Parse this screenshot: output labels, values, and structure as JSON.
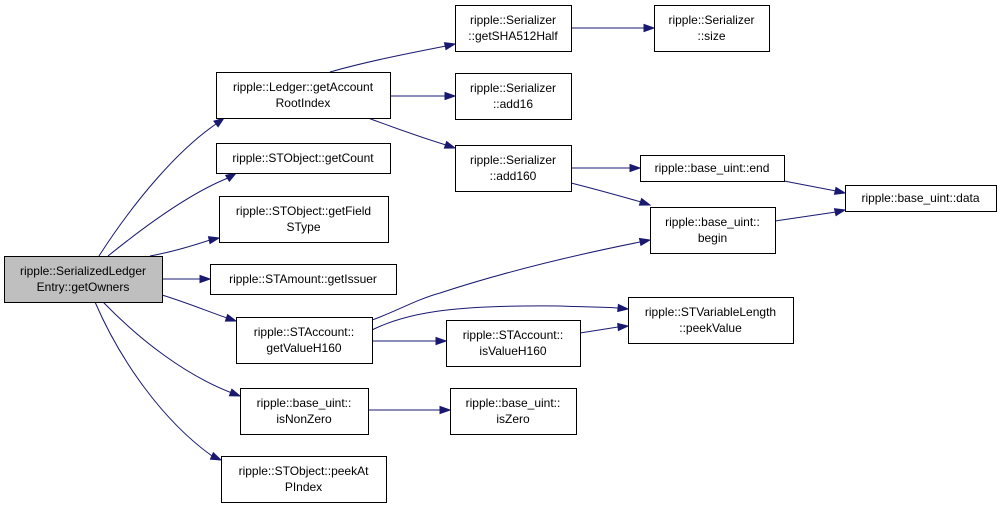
{
  "nodes": [
    {
      "id": "root",
      "lines": [
        "ripple::SerializedLedger",
        "Entry::getOwners"
      ],
      "root": true
    },
    {
      "id": "getAccountRootIndex",
      "lines": [
        "ripple::Ledger::getAccount",
        "RootIndex"
      ]
    },
    {
      "id": "getCount",
      "lines": [
        "ripple::STObject::getCount"
      ]
    },
    {
      "id": "getFieldSType",
      "lines": [
        "ripple::STObject::getField",
        "SType"
      ]
    },
    {
      "id": "getIssuer",
      "lines": [
        "ripple::STAmount::getIssuer"
      ]
    },
    {
      "id": "getValueH160",
      "lines": [
        "ripple::STAccount::",
        "getValueH160"
      ]
    },
    {
      "id": "isNonZero",
      "lines": [
        "ripple::base_uint::",
        "isNonZero"
      ]
    },
    {
      "id": "peekAtPIndex",
      "lines": [
        "ripple::STObject::peekAt",
        "PIndex"
      ]
    },
    {
      "id": "getSHA512Half",
      "lines": [
        "ripple::Serializer",
        "::getSHA512Half"
      ]
    },
    {
      "id": "add16",
      "lines": [
        "ripple::Serializer",
        "::add16"
      ]
    },
    {
      "id": "add160",
      "lines": [
        "ripple::Serializer",
        "::add160"
      ]
    },
    {
      "id": "size",
      "lines": [
        "ripple::Serializer",
        "::size"
      ]
    },
    {
      "id": "end",
      "lines": [
        "ripple::base_uint::end"
      ]
    },
    {
      "id": "begin",
      "lines": [
        "ripple::base_uint::",
        "begin"
      ]
    },
    {
      "id": "data",
      "lines": [
        "ripple::base_uint::data"
      ]
    },
    {
      "id": "isValueH160",
      "lines": [
        "ripple::STAccount::",
        "isValueH160"
      ]
    },
    {
      "id": "peekValue",
      "lines": [
        "ripple::STVariableLength",
        "::peekValue"
      ]
    },
    {
      "id": "isZero",
      "lines": [
        "ripple::base_uint::",
        "isZero"
      ]
    }
  ],
  "edges": [
    {
      "from": "root",
      "to": "getAccountRootIndex"
    },
    {
      "from": "root",
      "to": "getCount"
    },
    {
      "from": "root",
      "to": "getFieldSType"
    },
    {
      "from": "root",
      "to": "getIssuer"
    },
    {
      "from": "root",
      "to": "getValueH160"
    },
    {
      "from": "root",
      "to": "isNonZero"
    },
    {
      "from": "root",
      "to": "peekAtPIndex"
    },
    {
      "from": "getAccountRootIndex",
      "to": "getSHA512Half"
    },
    {
      "from": "getAccountRootIndex",
      "to": "add16"
    },
    {
      "from": "getAccountRootIndex",
      "to": "add160"
    },
    {
      "from": "getSHA512Half",
      "to": "size"
    },
    {
      "from": "add160",
      "to": "end"
    },
    {
      "from": "add160",
      "to": "begin"
    },
    {
      "from": "end",
      "to": "data"
    },
    {
      "from": "begin",
      "to": "data"
    },
    {
      "from": "getValueH160",
      "to": "begin"
    },
    {
      "from": "getValueH160",
      "to": "peekValue"
    },
    {
      "from": "getValueH160",
      "to": "isValueH160"
    },
    {
      "from": "isValueH160",
      "to": "peekValue"
    },
    {
      "from": "isNonZero",
      "to": "isZero"
    }
  ]
}
